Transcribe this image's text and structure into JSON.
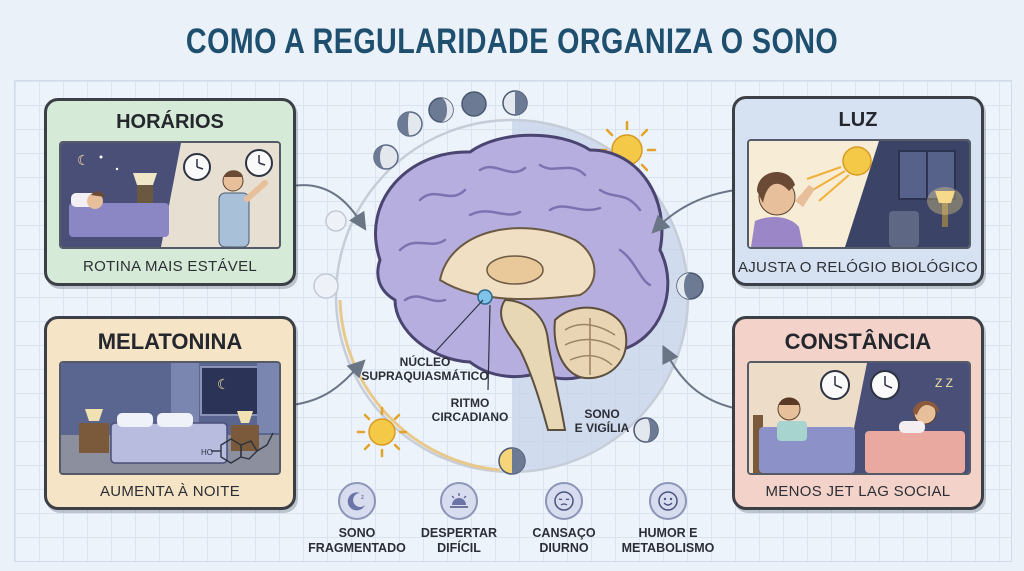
{
  "title": "COMO A REGULARIDADE ORGANIZA O SONO",
  "cards": {
    "horarios": {
      "title": "HORÁRIOS",
      "caption": "ROTINA MAIS ESTÁVEL"
    },
    "luz": {
      "title": "LUZ",
      "caption": "AJUSTA O RELÓGIO BIOLÓGICO"
    },
    "melatonina": {
      "title": "MELATONINA",
      "caption": "AUMENTA À NOITE"
    },
    "constancia": {
      "title": "CONSTÂNCIA",
      "caption": "MENOS JET LAG SOCIAL"
    }
  },
  "brain_labels": {
    "nucleo": "NÚCLEO\nSUPRAQUIASMÁTICO",
    "ritmo": "RITMO\nCIRCADIANO",
    "sono": "SONO\nE VIGÍLIA"
  },
  "effects": [
    {
      "label": "SONO\nFRAGMENTADO",
      "icon": "moon-zz-icon"
    },
    {
      "label": "DESPERTAR\nDIFÍCIL",
      "icon": "sunrise-icon"
    },
    {
      "label": "CANSAÇO\nDIURNO",
      "icon": "tired-face-icon"
    },
    {
      "label": "HUMOR E\nMETABOLISMO",
      "icon": "smile-face-icon"
    }
  ],
  "colors": {
    "title": "#1f4f6e",
    "horarios_bg": "#d5ead7",
    "luz_bg": "#d6e2f1",
    "melatonina_bg": "#f5e4c6",
    "constancia_bg": "#f3d3c9",
    "brain": "#b7aee0",
    "sun": "#f5c948"
  }
}
